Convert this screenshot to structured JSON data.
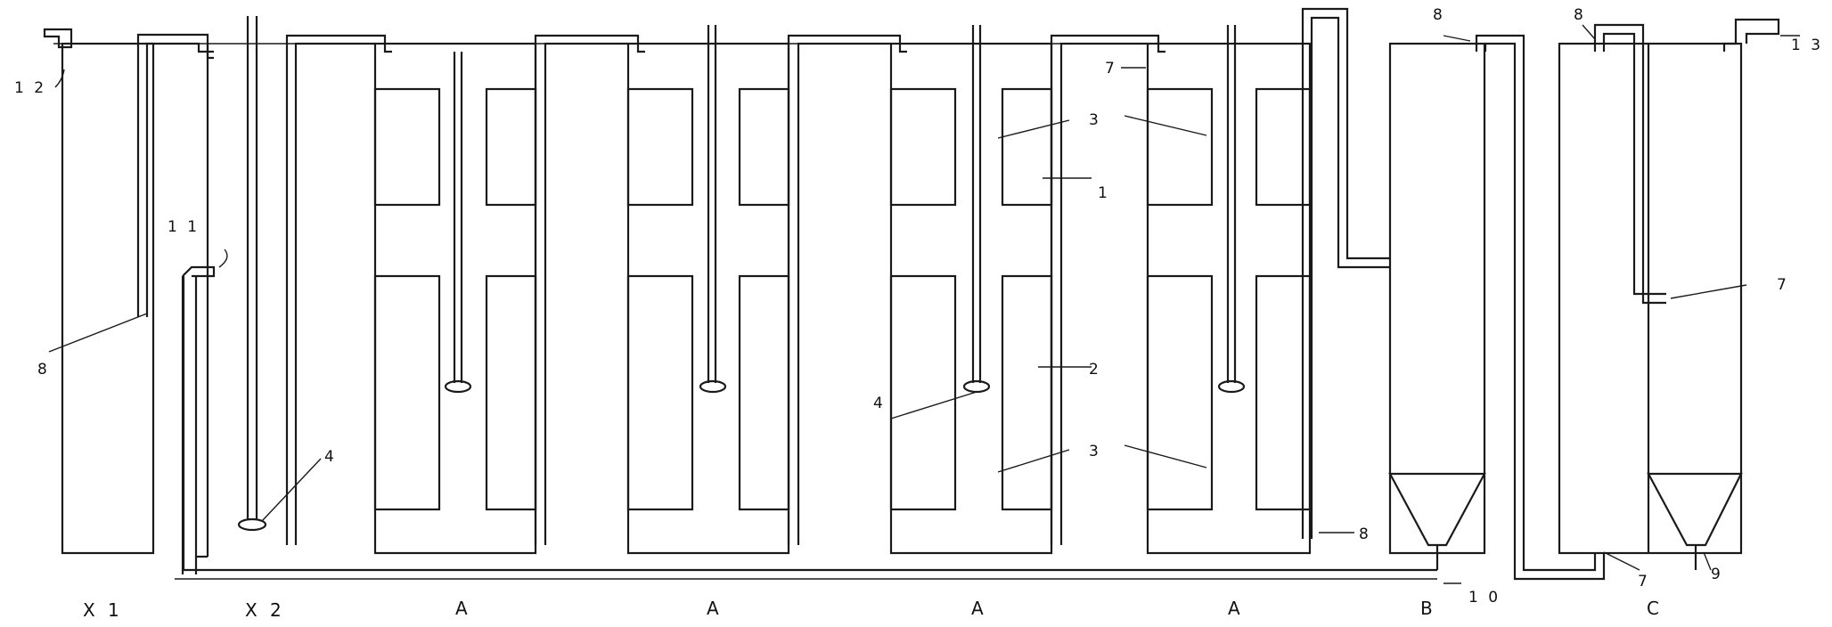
{
  "figure": {
    "units": {
      "x1": "X 1",
      "x2": "X 2",
      "a1": "A",
      "a2": "A",
      "a3": "A",
      "a4": "A",
      "b": "B",
      "c": "C"
    },
    "reference_numerals": {
      "n12": "1 2",
      "n11": "1 1",
      "n8_x1": "8",
      "n4_x2": "4",
      "n7_top": "7",
      "n3_top": "3",
      "n1": "1",
      "n2": "2",
      "n3_bottom": "3",
      "n4_mid": "4",
      "n8_right_a": "8",
      "n8_b_top": "8",
      "n10": "1 0",
      "n8_c_top": "8",
      "n13": "1 3",
      "n7_c_right": "7",
      "n7_c_bottom": "7",
      "n9": "9"
    }
  }
}
